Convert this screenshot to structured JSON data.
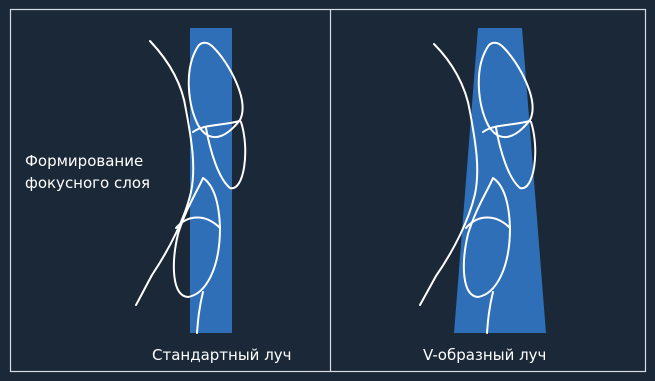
{
  "labels": {
    "focal_layer": "Формирование фокусного слоя",
    "standard_beam": "Стандартный луч",
    "v_beam": "V-образный луч"
  },
  "colors": {
    "background": "#1a2838",
    "beam": "#2f6fb7",
    "frame": "#d9dde3",
    "outline": "#ffffff"
  }
}
